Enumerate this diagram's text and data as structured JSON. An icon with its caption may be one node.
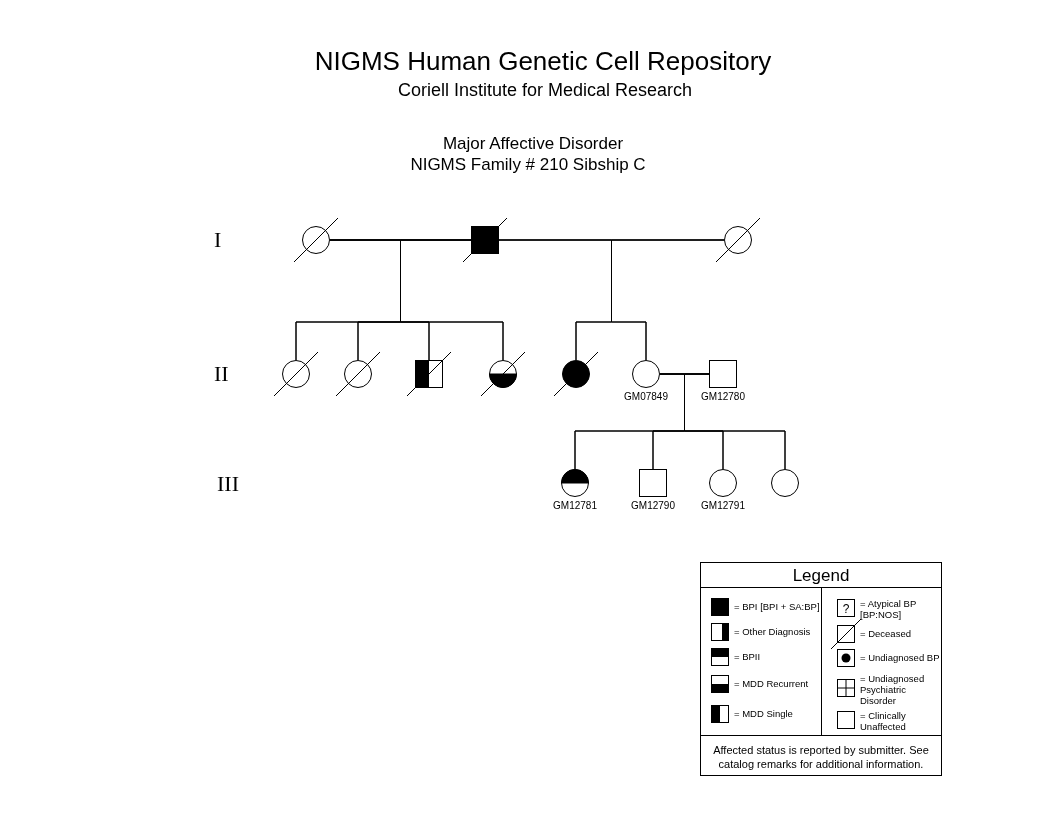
{
  "diagram": {
    "title": "NIGMS Human Genetic Cell Repository",
    "nodes": [
      {
        "text": [],
        "shape": "circle"
      },
      {
        "text": [],
        "shape": "box"
      },
      {
        "text": [],
        "shape": "circle"
      },
      {
        "text": [],
        "shape": "circle"
      },
      {
        "text": [],
        "shape": "circle"
      },
      {
        "text": [],
        "shape": "box"
      },
      {
        "text": [],
        "shape": "circle"
      },
      {
        "text": [],
        "shape": "circle"
      },
      {
        "text": [
          "GM07849"
        ]
      },
      {
        "text": [
          "GM12780"
        ]
      },
      {
        "text": [
          "GM12781"
        ]
      },
      {
        "text": [
          "GM12790"
        ]
      },
      {
        "text": [
          "GM12791"
        ]
      },
      {
        "text": [],
        "shape": "circle"
      }
    ],
    "edges": [
      {
        "from": 0,
        "to": 1,
        "arrow": "none"
      },
      {
        "from": 1,
        "to": 2,
        "arrow": "none"
      },
      {
        "from": 0,
        "to": 3,
        "arrow": "none"
      },
      {
        "from": 1,
        "to": 3,
        "arrow": "none"
      },
      {
        "from": 0,
        "to": 4,
        "arrow": "none"
      },
      {
        "from": 1,
        "to": 4,
        "arrow": "none"
      },
      {
        "from": 0,
        "to": 5,
        "arrow": "none"
      },
      {
        "from": 1,
        "to": 5,
        "arrow": "none"
      },
      {
        "from": 0,
        "to": 6,
        "arrow": "none"
      },
      {
        "from": 1,
        "to": 6,
        "arrow": "none"
      },
      {
        "from": 1,
        "to": 7,
        "arrow": "none"
      },
      {
        "from": 2,
        "to": 7,
        "arrow": "none"
      },
      {
        "from": 1,
        "to": 8,
        "arrow": "none"
      },
      {
        "from": 2,
        "to": 8,
        "arrow": "none"
      },
      {
        "from": 8,
        "to": 9,
        "arrow": "none"
      },
      {
        "from": 8,
        "to": 10,
        "arrow": "none"
      },
      {
        "from": 9,
        "to": 10,
        "arrow": "none"
      },
      {
        "from": 8,
        "to": 11,
        "arrow": "none"
      },
      {
        "from": 9,
        "to": 11,
        "arrow": "none"
      },
      {
        "from": 8,
        "to": 12,
        "arrow": "none"
      },
      {
        "from": 9,
        "to": 12,
        "arrow": "none"
      },
      {
        "from": 8,
        "to": 13,
        "arrow": "none"
      },
      {
        "from": 9,
        "to": 13,
        "arrow": "none"
      }
    ],
    "labels": [
      "Coriell Institute for Medical Research",
      "Major Affective Disorder",
      "NIGMS Family # 210 Sibship C",
      "I",
      "II",
      "III",
      "Legend",
      "?",
      "Affected status is reported by submitter. See catalog remarks for additional information."
    ],
    "legend": [
      {
        "text": "= BPI [BPI + SA:BP]"
      },
      {
        "text": "= Other Diagnosis"
      },
      {
        "text": "= BPII"
      },
      {
        "text": "= MDD Recurrent"
      },
      {
        "text": "= MDD Single"
      },
      {
        "text": "= Atypical BP [BP:NOS]"
      },
      {
        "text": "= Deceased"
      },
      {
        "text": "= Undiagnosed BP"
      },
      {
        "text": "= Undiagnosed Psychiatric Disorder"
      },
      {
        "text": "= Clinically Unaffected"
      }
    ]
  }
}
